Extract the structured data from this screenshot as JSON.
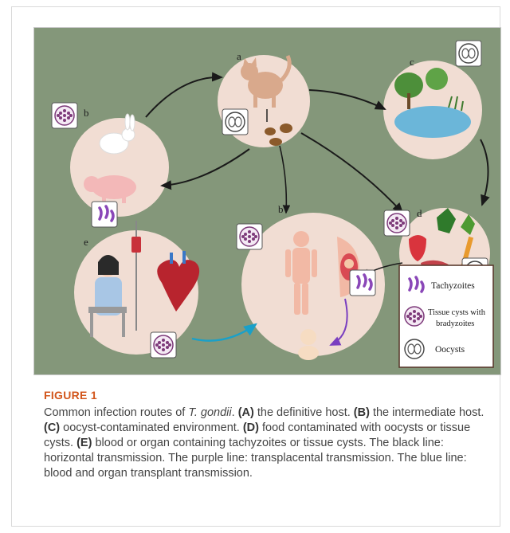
{
  "figure": {
    "panels": {
      "a": "a",
      "b_left": "b",
      "b_center": "b",
      "c": "c",
      "d": "d",
      "e": "e"
    },
    "legend": {
      "items": [
        {
          "label": "Tachyzoites"
        },
        {
          "label_line1": "Tissue cysts with",
          "label_line2": "bradyzoites"
        },
        {
          "label": "Oocysts"
        }
      ]
    },
    "colors": {
      "background": "#84977a",
      "bubble": "#f1ddd3",
      "horizontal_line": "#1a1a1a",
      "transplacental_line": "#7a3fc0",
      "transplant_line": "#1aa0c8"
    }
  },
  "caption": {
    "label": "FIGURE 1",
    "intro": "Common infection routes of ",
    "species": "T. gondii",
    "intro_end": ". ",
    "A_tag": "(A)",
    "A_text": " the definitive host. ",
    "B_tag": "(B)",
    "B_text": " the intermediate host. ",
    "C_tag": "(C)",
    "C_text": " oocyst-contaminated environment. ",
    "D_tag": "(D)",
    "D_text": " food contaminated with oocysts or tissue cysts. ",
    "E_tag": "(E)",
    "E_text": " blood or organ containing tachyzoites or tissue cysts. The black line: horizontal transmission. The purple line: transplacental transmission. The blue line: blood and organ transplant transmission."
  }
}
